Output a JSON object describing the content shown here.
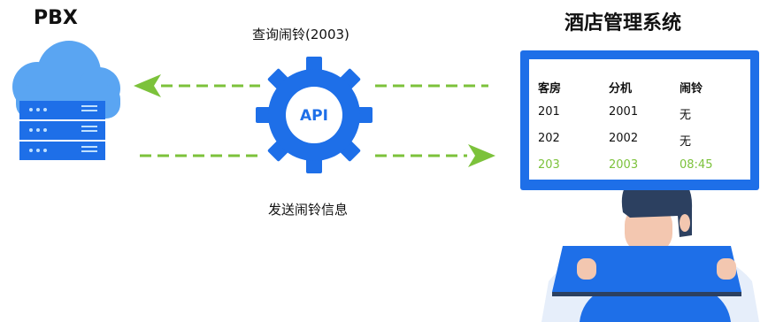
{
  "colors": {
    "blue": "#1e6fe8",
    "cloud": "#5aa5f2",
    "green": "#7cc23b",
    "skin": "#f3c7b0",
    "hair": "#2c4060"
  },
  "left": {
    "title": "PBX",
    "icon": "cloud-server-icon"
  },
  "right": {
    "title": "酒店管理系统"
  },
  "arrows": {
    "query_label": "查询闹铃(2003)",
    "send_label": "发送闹铃信息"
  },
  "gear": {
    "label": "API",
    "icon": "gear-icon"
  },
  "table": {
    "headers": [
      "客房",
      "分机",
      "闹铃"
    ],
    "rows": [
      [
        "201",
        "2001",
        "无"
      ],
      [
        "202",
        "2002",
        "无"
      ],
      [
        "203",
        "2003",
        "08:45"
      ]
    ],
    "highlight_row": 2
  }
}
